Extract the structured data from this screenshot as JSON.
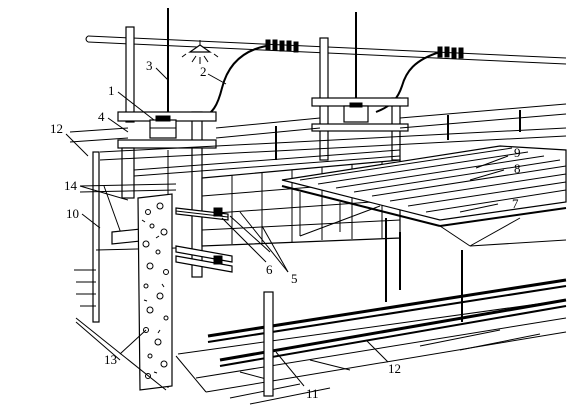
{
  "diagram": {
    "callouts": [
      {
        "id": "c1",
        "text": "1"
      },
      {
        "id": "c2",
        "text": "2"
      },
      {
        "id": "c3",
        "text": "3"
      },
      {
        "id": "c4",
        "text": "4"
      },
      {
        "id": "c5",
        "text": "5"
      },
      {
        "id": "c6",
        "text": "6"
      },
      {
        "id": "c7",
        "text": "7"
      },
      {
        "id": "c8",
        "text": "8"
      },
      {
        "id": "c9",
        "text": "9"
      },
      {
        "id": "c10",
        "text": "10"
      },
      {
        "id": "c11",
        "text": "11"
      },
      {
        "id": "c12a",
        "text": "12"
      },
      {
        "id": "c12b",
        "text": "12"
      },
      {
        "id": "c13",
        "text": "13"
      },
      {
        "id": "c14",
        "text": "14"
      }
    ]
  }
}
